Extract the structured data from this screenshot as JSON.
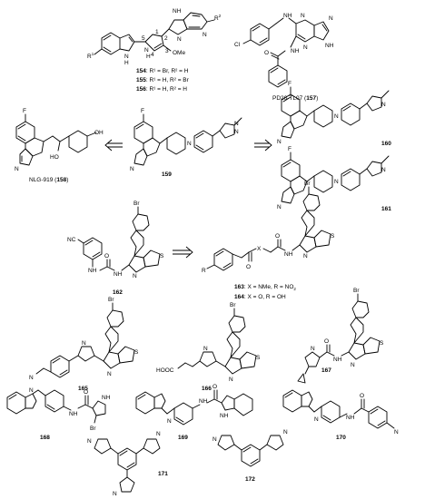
{
  "atom_labels": {
    "N": "N",
    "NH": "NH",
    "H": "H",
    "R1": "R",
    "R2": "R",
    "sup1": "1",
    "sup2": "2",
    "OMe": "OMe",
    "F": "F",
    "OH": "OH",
    "HO": "HO",
    "Cl": "Cl",
    "Br": "Br",
    "S": "S",
    "O": "O",
    "X": "X",
    "R": "R",
    "NC": "NC",
    "HOOC": "HOOC",
    "ring_num_1": "1",
    "ring_num_2": "2",
    "ring_num_3": "3",
    "ring_num_4": "4",
    "ring_num_5": "5"
  },
  "compounds": {
    "c154_label": "154",
    "c154_text": ": R¹ = Br, R² = H",
    "c155_label": "155",
    "c155_text": ": R¹ = H, R² = Br",
    "c156_label": "156",
    "c156_text": ": R¹ = H, R² = H",
    "c157_name": "PD26-TL07 (",
    "c157_num": "157",
    "c157_close": ")",
    "c158_name": "NLG-919 (",
    "c158_num": "158",
    "c158_close": ")",
    "c159": "159",
    "c160": "160",
    "c161": "161",
    "c162": "162",
    "c163_num": "163",
    "c163_text": ": X = NMe, R = NO",
    "c163_sub": "2",
    "c164_num": "164",
    "c164_text": ": X = O, R = OH",
    "c165": "165",
    "c166": "166",
    "c167": "167",
    "c168": "168",
    "c169": "169",
    "c170": "170",
    "c171": "171",
    "c172": "172"
  }
}
